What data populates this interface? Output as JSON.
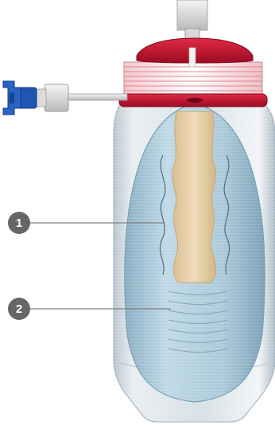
{
  "diagram": {
    "callouts": [
      {
        "id": "1",
        "label": "1"
      },
      {
        "id": "2",
        "label": "2"
      }
    ],
    "colors": {
      "background": "#ffffff",
      "cap_red": "#c8102e",
      "cap_red_dark": "#8e0a1f",
      "connector_blue": "#1f55b3",
      "bottle_glass": "#c9d6df",
      "inner_bag": "#a9c9d9",
      "core_beige": "#e7cfa9",
      "callout_badge": "#666666",
      "leader_line": "#808080"
    }
  }
}
